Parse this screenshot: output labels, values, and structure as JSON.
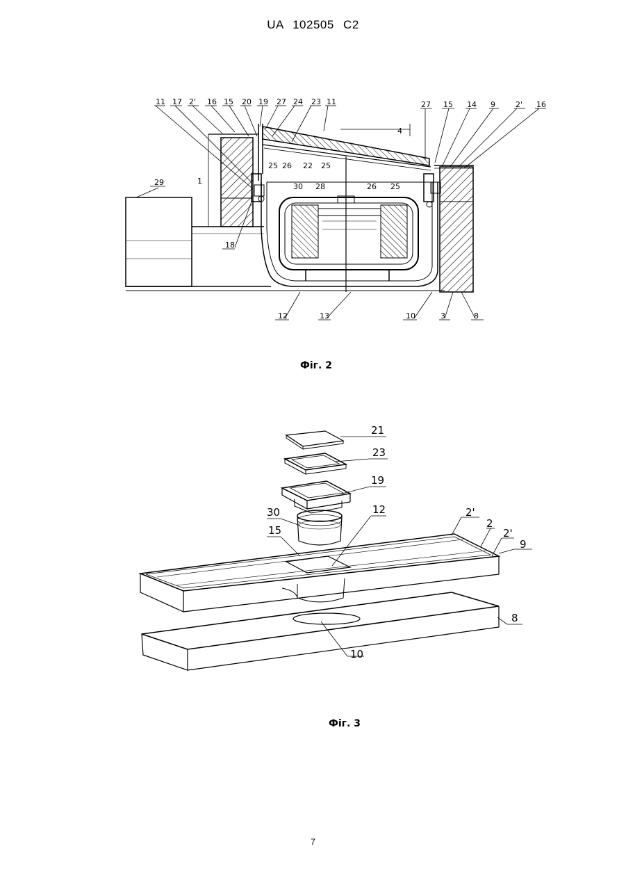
{
  "header": {
    "text": "UA   102505   C2"
  },
  "figure2": {
    "caption": "Фіг. 2",
    "labels_top": [
      "11",
      "17",
      "2'",
      "16",
      "15",
      "20",
      "19",
      "27",
      "24",
      "23",
      "11",
      "27",
      "15",
      "14",
      "9",
      "2'",
      "16"
    ],
    "labels_mid": [
      "25",
      "26",
      "22",
      "25",
      "26",
      "25",
      "30",
      "28",
      "29",
      "1",
      "4"
    ],
    "labels_bottom": [
      "18",
      "12",
      "13",
      "10",
      "3",
      "8"
    ]
  },
  "figure3": {
    "caption": "Фіг. 3",
    "labels": [
      "21",
      "23",
      "19",
      "30",
      "12",
      "15",
      "2'",
      "2",
      "2'",
      "9",
      "8",
      "10"
    ]
  },
  "page_number": "7"
}
